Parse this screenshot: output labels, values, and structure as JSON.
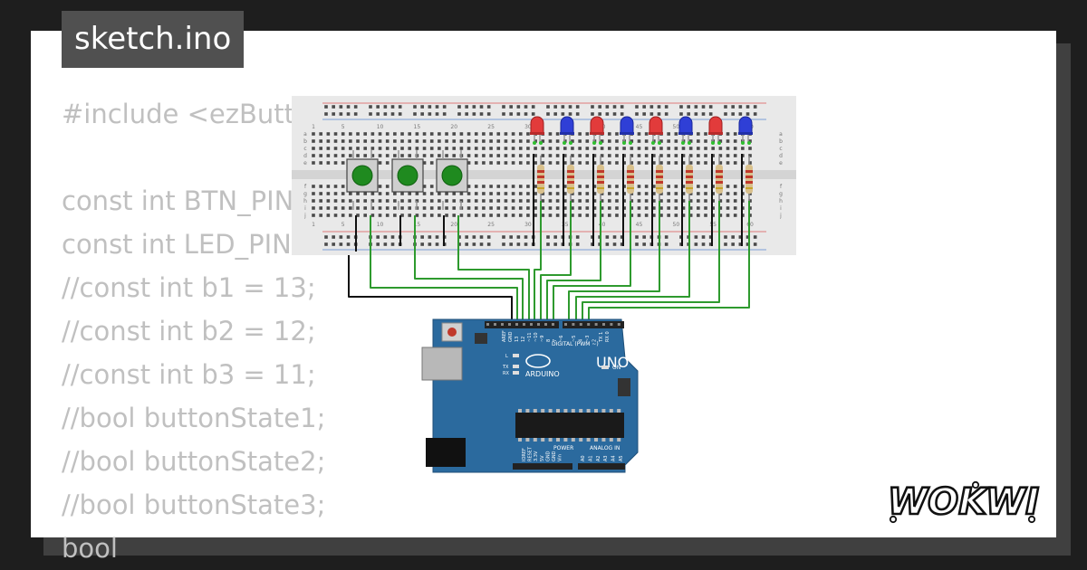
{
  "tab": {
    "title": "sketch.ino"
  },
  "code_lines": [
    "#include <ezButt",
    "",
    "const int BTN_PIN",
    "const int LED_PIN",
    "//const int b1 = 13;",
    "//const int b2 = 12;",
    "//const int b3 = 11;",
    "//bool buttonState1;",
    "//bool buttonState2;",
    "//bool buttonState3;",
    "bool"
  ],
  "breadboard": {
    "column_numbers": [
      "1",
      "5",
      "10",
      "15",
      "20",
      "25",
      "30",
      "35",
      "40",
      "45",
      "50",
      "55",
      "60"
    ],
    "row_letters_top": [
      "a",
      "b",
      "c",
      "d",
      "e"
    ],
    "row_letters_bottom": [
      "f",
      "g",
      "h",
      "i",
      "j"
    ]
  },
  "arduino": {
    "model": "UNO",
    "brand": "ARDUINO",
    "digital_label": "DIGITAL (PWM ~)",
    "power_label": "POWER",
    "analog_label": "ANALOG IN",
    "on_label": "ON",
    "tx_label": "TX",
    "rx_label": "RX",
    "l_label": "L",
    "aref_label": "AREF",
    "gnd_label": "GND",
    "digital_pins": [
      "13",
      "12",
      "~11",
      "~10",
      "~9",
      "8",
      "7",
      "~6",
      "~5",
      "4",
      "~3",
      "2",
      "TX 1",
      "RX 0"
    ],
    "power_pins": [
      "IOREF",
      "RESET",
      "3.3V",
      "5V",
      "GND",
      "GND",
      "Vin"
    ],
    "analog_pins": [
      "A0",
      "A1",
      "A2",
      "A3",
      "A4",
      "A5"
    ]
  },
  "components": {
    "leds": [
      "red",
      "blue",
      "red",
      "blue",
      "red",
      "blue",
      "red",
      "blue"
    ],
    "buttons": 3,
    "resistors": 8
  },
  "logo": {
    "text": "WOKWI"
  },
  "colors": {
    "background": "#1e1e1e",
    "card": "#ffffff",
    "tab": "#505050",
    "code_text": "#c0c0c0",
    "wire_green": "#2e9a2e",
    "wire_black": "#111111",
    "board_blue": "#2b6a9e",
    "led_red": "#e23b3b",
    "led_blue": "#2f3fd6",
    "button_green": "#1f8a1f"
  }
}
